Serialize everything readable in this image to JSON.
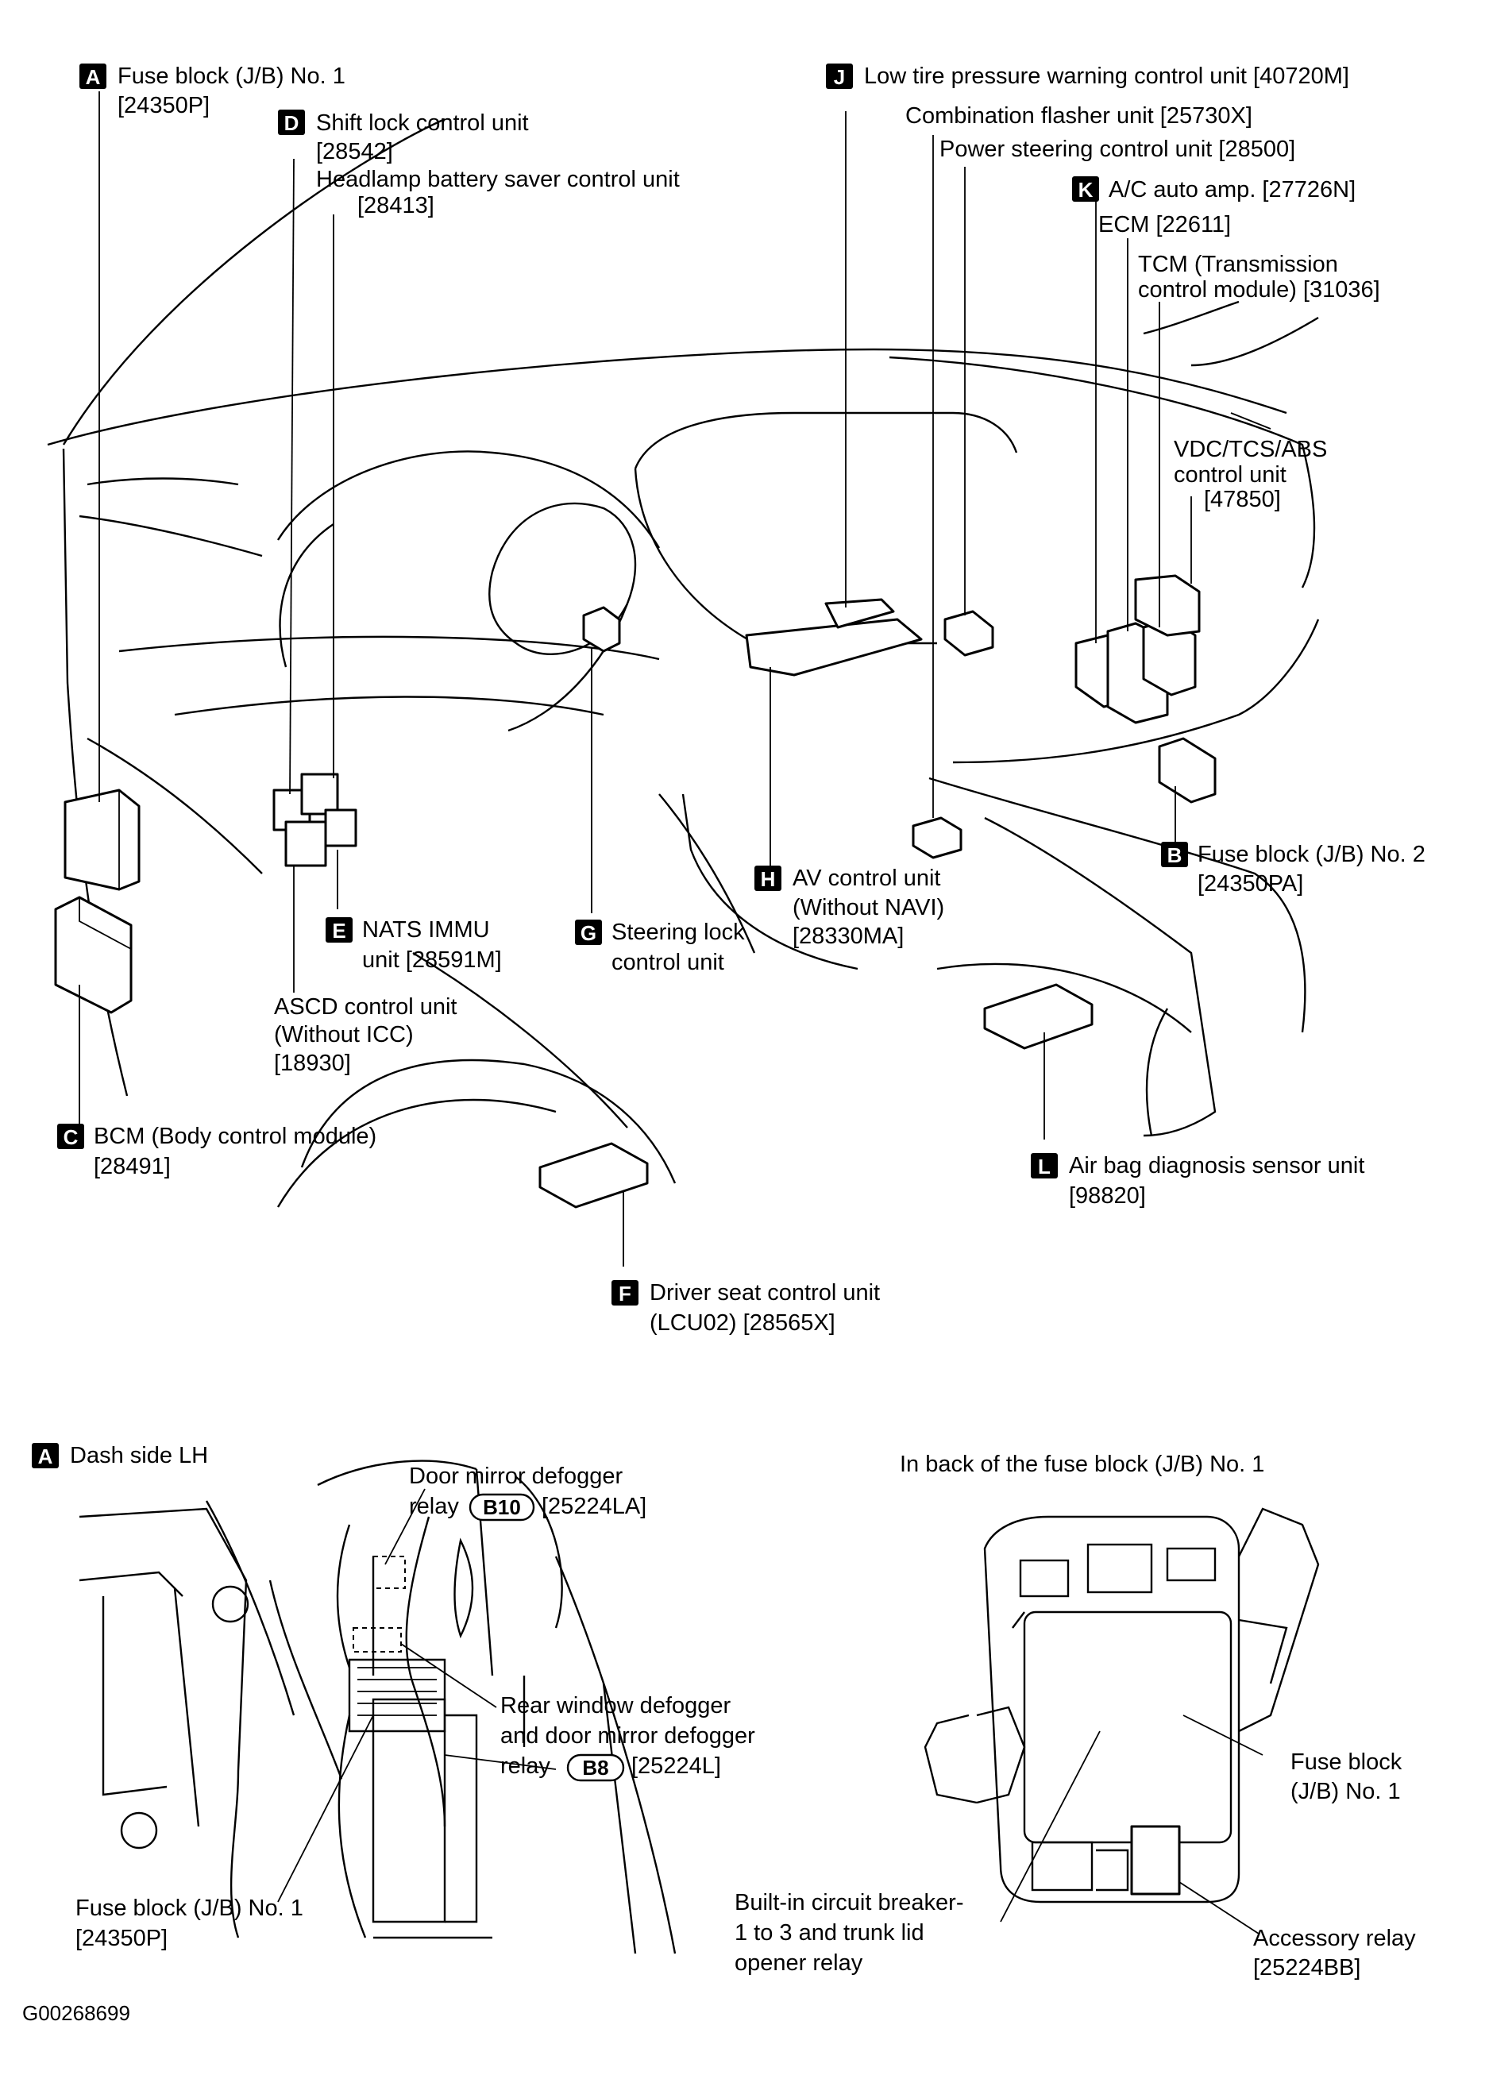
{
  "figure_id": "G00268699",
  "top_view": {
    "labels": {
      "A": {
        "mark": "A",
        "lines": [
          "Fuse block (J/B) No. 1",
          "[24350P]"
        ]
      },
      "D": {
        "mark": "D",
        "lines": [
          "Shift lock control unit",
          "[28542]"
        ]
      },
      "hbs": {
        "lines": [
          "Headlamp battery saver control unit",
          "[28413]"
        ]
      },
      "J": {
        "mark": "J",
        "lines": [
          "Low tire pressure warning control unit [40720M]"
        ]
      },
      "flasher": {
        "lines": [
          "Combination flasher unit [25730X]"
        ]
      },
      "ps": {
        "lines": [
          "Power steering control unit [28500]"
        ]
      },
      "K": {
        "mark": "K",
        "lines": [
          "A/C auto  amp. [27726N]"
        ]
      },
      "ecm": {
        "lines": [
          "ECM [22611]"
        ]
      },
      "tcm": {
        "lines": [
          "TCM (Transmission",
          "control module) [31036]"
        ]
      },
      "vdc": {
        "lines": [
          "VDC/TCS/ABS",
          "control unit",
          "[47850]"
        ]
      },
      "B": {
        "mark": "B",
        "lines": [
          "Fuse block (J/B) No. 2",
          "[24350PA]"
        ]
      },
      "H": {
        "mark": "H",
        "lines": [
          "AV control unit",
          "(Without NAVI)",
          "[28330MA]"
        ]
      },
      "E": {
        "mark": "E",
        "lines": [
          "NATS IMMU",
          "unit [28591M]"
        ]
      },
      "G": {
        "mark": "G",
        "lines": [
          "Steering lock",
          "control unit"
        ]
      },
      "ascd": {
        "lines": [
          "ASCD control unit",
          "(Without ICC)",
          "[18930]"
        ]
      },
      "C": {
        "mark": "C",
        "lines": [
          "BCM (Body control module)",
          "[28491]"
        ]
      },
      "L": {
        "mark": "L",
        "lines": [
          "Air bag diagnosis sensor unit",
          "[98820]"
        ]
      },
      "F": {
        "mark": "F",
        "lines": [
          "Driver seat control unit",
          "(LCU02) [28565X]"
        ]
      }
    }
  },
  "dash_side": {
    "title_mark": "A",
    "title": "Dash side LH",
    "door_mirror": {
      "line1": "Door mirror defogger",
      "line2_pre": "relay",
      "connector": "B10",
      "line2_post": "[25224LA]"
    },
    "rear_window": {
      "line1": "Rear window defogger",
      "line2": "and door mirror defogger",
      "line3_pre": "relay",
      "connector": "B8",
      "line3_post": "[25224L]"
    },
    "fuse_block": {
      "lines": [
        "Fuse block (J/B) No. 1",
        "[24350P]"
      ]
    }
  },
  "fuse_back": {
    "title": "In back of the fuse block (J/B) No. 1",
    "fuse_block": {
      "lines": [
        "Fuse block",
        "(J/B) No. 1"
      ]
    },
    "breaker": {
      "lines": [
        "Built-in circuit breaker-",
        "1 to 3 and trunk lid",
        "opener relay"
      ]
    },
    "accessory": {
      "lines": [
        "Accessory relay",
        "[25224BB]"
      ]
    }
  }
}
